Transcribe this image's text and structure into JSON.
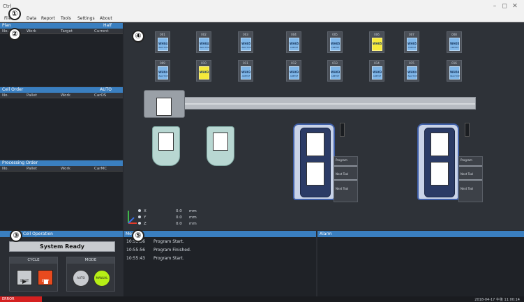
{
  "window": {
    "title": "Ctrl",
    "min": "–",
    "max": "◻",
    "close": "✕"
  },
  "menu": [
    "File",
    "Data",
    "Report",
    "Tools",
    "Settings",
    "About"
  ],
  "badges": [
    "①",
    "②",
    "③",
    "④",
    "⑤"
  ],
  "plan_panel": {
    "title": "Plan",
    "flag": "Half",
    "columns": [
      "No.",
      "Work",
      "Target",
      "Current"
    ]
  },
  "cell_order_panel": {
    "title": "Cell Order",
    "flag": "AUTO",
    "columns": [
      "No.",
      "Pallet",
      "Work",
      "CarOS"
    ]
  },
  "processing_panel": {
    "title": "Processing Order",
    "columns": [
      "No.",
      "Pallet",
      "Work",
      "CarMC"
    ]
  },
  "shelf": [
    {
      "id": "001",
      "code": "WH04",
      "sub": "INACTIVE",
      "y": false
    },
    {
      "id": "002",
      "code": "WH04",
      "sub": "INACTIVE",
      "y": false
    },
    {
      "id": "003",
      "code": "WH05",
      "sub": "INACTIVE",
      "y": false
    },
    {
      "id": "004",
      "code": "WH05",
      "sub": "CRETRF",
      "y": false
    },
    {
      "id": "005",
      "code": "WH05",
      "sub": "CRETRF",
      "y": false
    },
    {
      "id": "006",
      "code": "WH05",
      "sub": "",
      "y": true
    },
    {
      "id": "007",
      "code": "WH05",
      "sub": "CRETRF",
      "y": false
    },
    {
      "id": "008",
      "code": "WH05",
      "sub": "CRETRF",
      "y": false
    },
    {
      "id": "009",
      "code": "WH04",
      "sub": "INACTIVE",
      "y": false
    },
    {
      "id": "010",
      "code": "WH03",
      "sub": "",
      "y": true
    },
    {
      "id": "011",
      "code": "WH03",
      "sub": "ABETRF",
      "y": false
    },
    {
      "id": "012",
      "code": "WH03",
      "sub": "ABETRF",
      "y": false
    },
    {
      "id": "013",
      "code": "WH03",
      "sub": "ABETRF",
      "y": false
    },
    {
      "id": "014",
      "code": "WH03",
      "sub": "ABETRF",
      "y": false
    },
    {
      "id": "015",
      "code": "WH04",
      "sub": "INACTIVE",
      "y": false
    },
    {
      "id": "016",
      "code": "WH04",
      "sub": "INACTIVE",
      "y": false
    }
  ],
  "machines": {
    "program": "Program",
    "next_tool": "Next Tool",
    "next_tool2": "Next Tool"
  },
  "coords": [
    {
      "axis": "X",
      "value": "0.0",
      "unit": "mm"
    },
    {
      "axis": "Y",
      "value": "0.0",
      "unit": "mm"
    },
    {
      "axis": "Z",
      "value": "0.0",
      "unit": "mm"
    }
  ],
  "operation": {
    "title": "Cell Operation",
    "system": "System Ready",
    "cycle": "CYCLE",
    "mode": "MODE",
    "start": "START",
    "stop": "STOP",
    "auto": "AUTO",
    "manual": "MANUAL"
  },
  "messages": {
    "title": "Message",
    "items": [
      {
        "time": "10:55:56",
        "text": "Program Start."
      },
      {
        "time": "10:55:56",
        "text": "Program Finished."
      },
      {
        "time": "10:55:43",
        "text": "Program Start."
      }
    ]
  },
  "alarm": {
    "title": "Alarm"
  },
  "status": {
    "error": "ERROR",
    "clock": "2018-04-17 午後 11:00:14"
  },
  "colors": {
    "accent": "#3a7fc0",
    "chip_blue": "#7fb6e8",
    "chip_yellow": "#f5e93a",
    "start_green": "#b6ef16",
    "stop_red": "#e84a1e"
  }
}
